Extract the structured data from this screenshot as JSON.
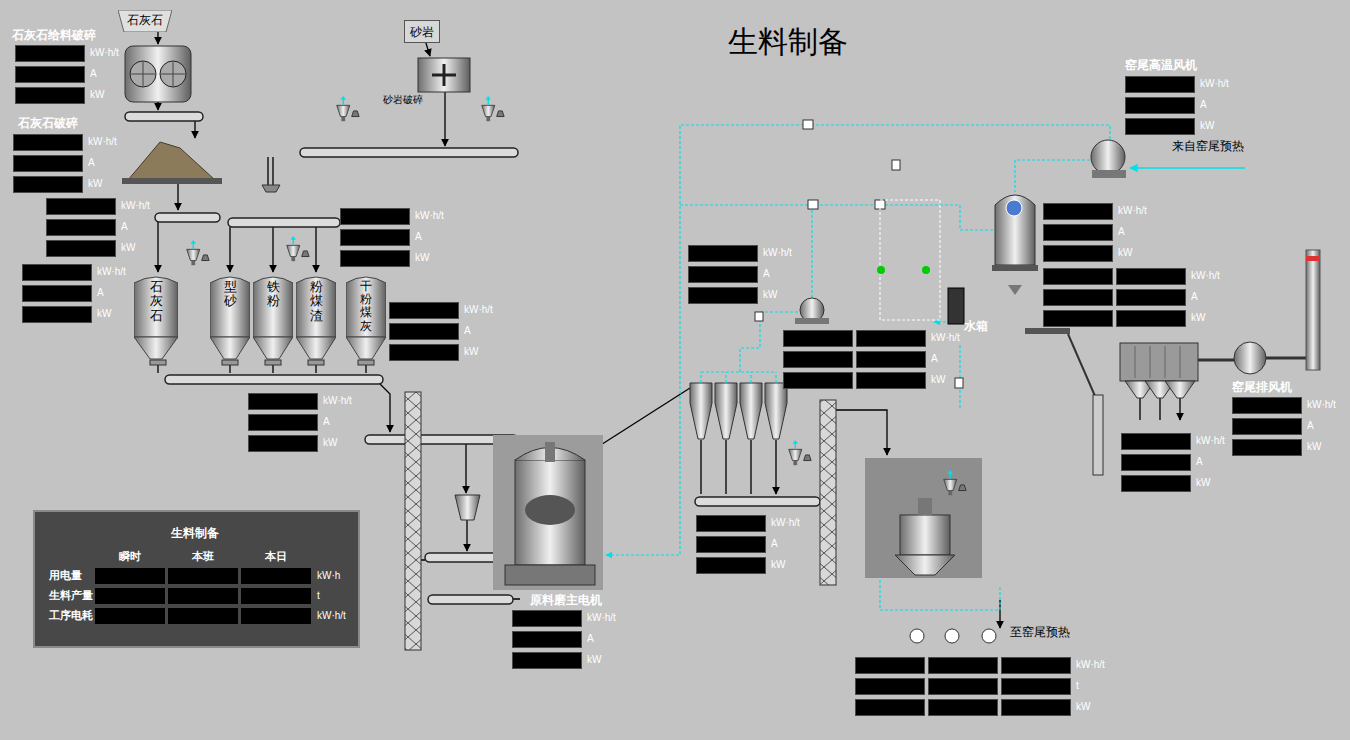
{
  "diagram": {
    "title": "生料制备",
    "nodes": [
      {
        "text": [
          "石灰石"
        ]
      },
      {
        "text": [
          "石灰石给料破碎",
          "kW·h/t",
          "A",
          "kW"
        ]
      },
      {
        "text": [
          "砂岩"
        ]
      },
      {
        "text": [
          "石灰石破碎",
          "kW·h/t",
          "A",
          "kW"
        ]
      },
      {
        "text": [
          "kW·h/t",
          "A",
          "kW"
        ]
      },
      {
        "text": [
          "kW·h/t",
          "A",
          "kW"
        ]
      },
      {
        "text": [
          "kW·h/t",
          "A",
          "kW"
        ]
      },
      {
        "text": [
          "石灰石"
        ]
      },
      {
        "text": [
          "型砂"
        ]
      },
      {
        "text": [
          "铁粉"
        ]
      },
      {
        "text": [
          "粉煤渣"
        ]
      },
      {
        "text": [
          "干粉煤灰"
        ]
      },
      {
        "text": [
          "kW·h/t",
          "A",
          "kW"
        ]
      },
      {
        "text": [
          "kW·h/t",
          "A",
          "kW"
        ]
      },
      {
        "text": [
          "生料制备",
          "瞬时",
          "本班",
          "本日",
          "用电量",
          "生料产量",
          "工序电耗",
          "kW·h",
          "t",
          "kW·h/t"
        ]
      },
      {
        "text": [
          "原料磨主电机",
          "kW·h/t",
          "A",
          "kW"
        ]
      },
      {
        "text": [
          "窑尾高温风机",
          "kW·h/t",
          "A",
          "kW"
        ]
      },
      {
        "text": [
          "kW·h/t",
          "A",
          "kW"
        ]
      },
      {
        "text": [
          "kW·h/t",
          "A",
          "kW"
        ]
      },
      {
        "text": [
          "kW·h/t",
          "A",
          "kW"
        ]
      },
      {
        "text": [
          "水箱"
        ]
      },
      {
        "text": [
          "kW·h/t",
          "A",
          "kW"
        ]
      },
      {
        "text": [
          "窑尾排风机",
          "kW·h/t",
          "A",
          "kW"
        ]
      },
      {
        "text": [
          "kW·h/t",
          "A",
          "kW"
        ]
      },
      {
        "text": [
          "kW·h/t",
          "A",
          "kW"
        ]
      },
      {
        "text": [
          "kW·h/t",
          "t",
          "kW"
        ]
      }
    ],
    "labels": [
      "砂岩破碎",
      "来自窑尾预热",
      "至窑尾预热"
    ]
  }
}
